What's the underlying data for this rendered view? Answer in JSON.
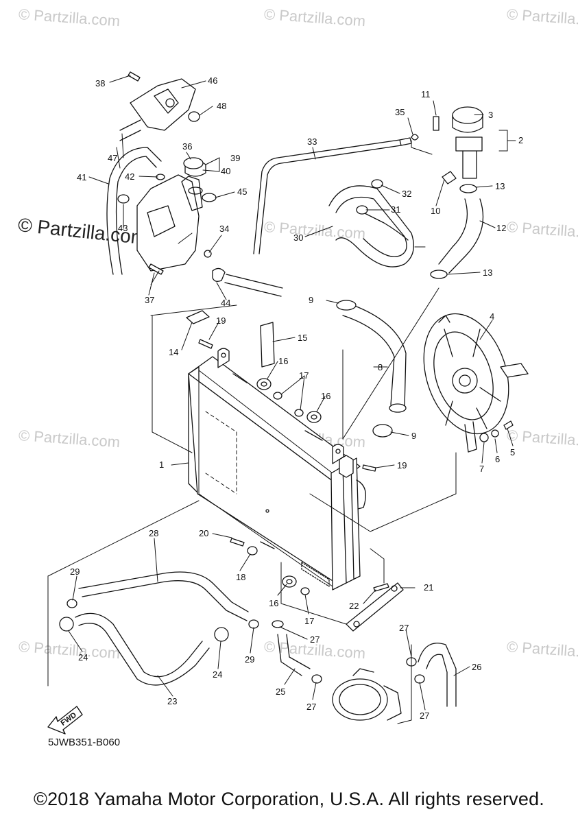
{
  "watermark": "© Partzilla.com",
  "diagram_code": "5JWB351-B060",
  "copyright": "©2018 Yamaha Motor Corporation, U.S.A. All rights reserved.",
  "fwd_label": "FWD",
  "callouts": [
    "1",
    "2",
    "3",
    "4",
    "5",
    "6",
    "7",
    "8",
    "9",
    "10",
    "11",
    "12",
    "13",
    "14",
    "15",
    "16",
    "17",
    "19",
    "20",
    "21",
    "22",
    "23",
    "24",
    "25",
    "26",
    "27",
    "28",
    "29",
    "30",
    "31",
    "32",
    "33",
    "34",
    "35",
    "36",
    "37",
    "38",
    "39",
    "40",
    "41",
    "42",
    "43",
    "44",
    "45",
    "46",
    "47",
    "48"
  ]
}
